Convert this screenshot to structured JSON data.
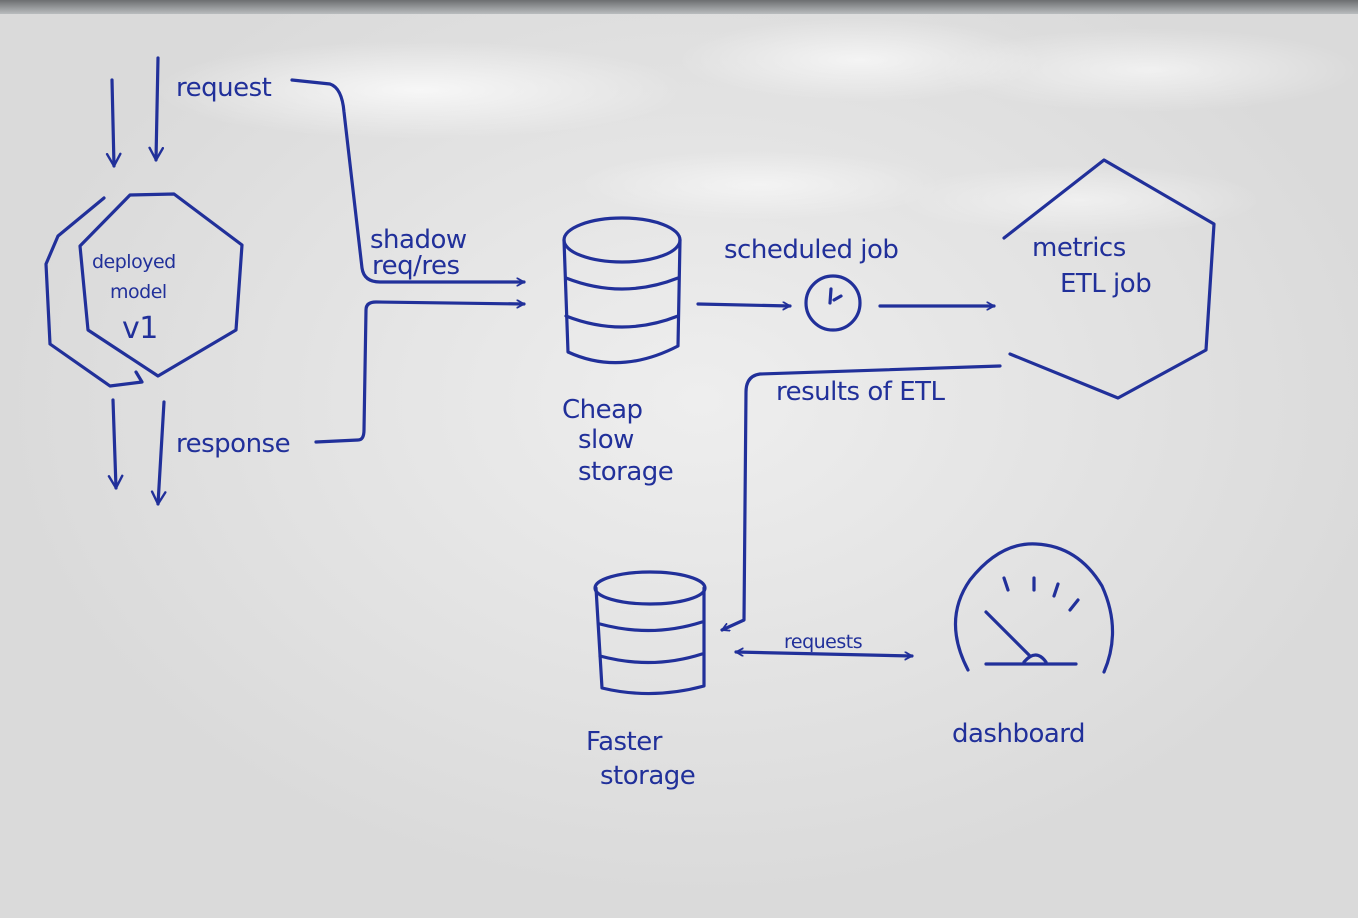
{
  "diagram": {
    "labels": {
      "request": "request",
      "response": "response",
      "deployed_model_line1": "deployed",
      "deployed_model_line2": "model",
      "deployed_model_line3": "v1",
      "shadow_line1": "shadow",
      "shadow_line2": "req/res",
      "cheap_storage_line1": "Cheap",
      "cheap_storage_line2": "slow",
      "cheap_storage_line3": "storage",
      "scheduled_job": "scheduled job",
      "metrics_line1": "metrics",
      "metrics_line2": "ETL job",
      "results_of_etl": "results of ETL",
      "faster_storage_line1": "Faster",
      "faster_storage_line2": "storage",
      "requests": "requests",
      "dashboard": "dashboard"
    },
    "ink_color": "#21309a"
  }
}
